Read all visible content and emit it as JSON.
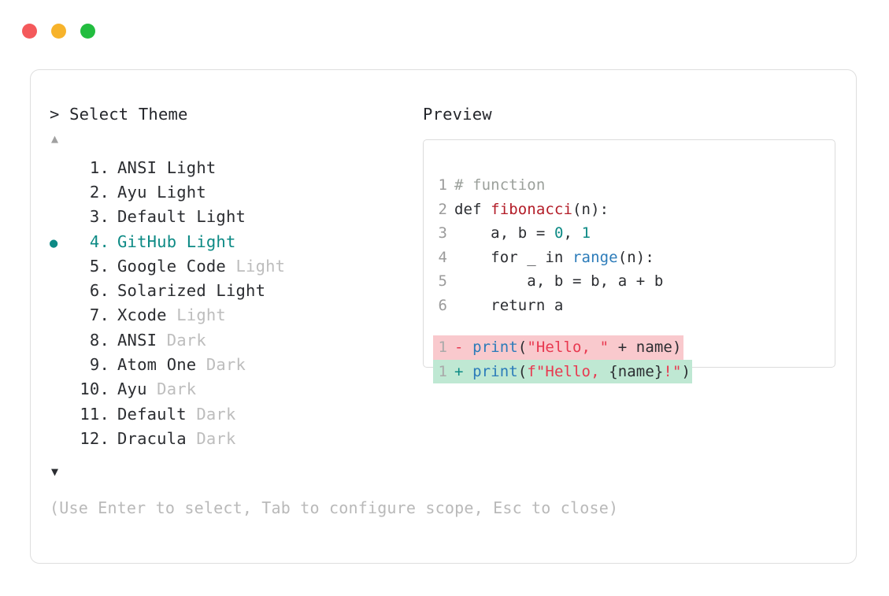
{
  "window": {
    "traffic_lights": [
      {
        "name": "close",
        "color": "#f4595b"
      },
      {
        "name": "minimize",
        "color": "#f7b32b"
      },
      {
        "name": "maximize",
        "color": "#22bd3f"
      }
    ]
  },
  "prompt": {
    "caret": ">",
    "title": "Select Theme"
  },
  "scroll": {
    "up_arrow": "▲",
    "down_arrow": "▼"
  },
  "selection": {
    "bullet": "●",
    "selected_index": 4,
    "accent_color": "#0d8a85"
  },
  "themes": [
    {
      "num": " 1.",
      "name": "ANSI",
      "variant": "Light",
      "variant_dim": false,
      "selected": false
    },
    {
      "num": " 2.",
      "name": "Ayu",
      "variant": "Light",
      "variant_dim": false,
      "selected": false
    },
    {
      "num": " 3.",
      "name": "Default",
      "variant": "Light",
      "variant_dim": false,
      "selected": false
    },
    {
      "num": " 4.",
      "name": "GitHub",
      "variant": "Light",
      "variant_dim": false,
      "selected": true
    },
    {
      "num": " 5.",
      "name": "Google Code",
      "variant": "Light",
      "variant_dim": true,
      "selected": false
    },
    {
      "num": " 6.",
      "name": "Solarized",
      "variant": "Light",
      "variant_dim": false,
      "selected": false
    },
    {
      "num": " 7.",
      "name": "Xcode",
      "variant": "Light",
      "variant_dim": true,
      "selected": false
    },
    {
      "num": " 8.",
      "name": "ANSI",
      "variant": "Dark",
      "variant_dim": true,
      "selected": false
    },
    {
      "num": " 9.",
      "name": "Atom One",
      "variant": "Dark",
      "variant_dim": true,
      "selected": false
    },
    {
      "num": "10.",
      "name": "Ayu",
      "variant": "Dark",
      "variant_dim": true,
      "selected": false
    },
    {
      "num": "11.",
      "name": "Default",
      "variant": "Dark",
      "variant_dim": true,
      "selected": false
    },
    {
      "num": "12.",
      "name": "Dracula",
      "variant": "Dark",
      "variant_dim": true,
      "selected": false
    }
  ],
  "preview": {
    "heading": "Preview",
    "code_lines": [
      {
        "ln": "1",
        "tokens": [
          {
            "t": "# function",
            "c": "comment"
          }
        ]
      },
      {
        "ln": "2",
        "tokens": [
          {
            "t": "def ",
            "c": "kw"
          },
          {
            "t": "fibonacci",
            "c": "fn"
          },
          {
            "t": "(n):",
            "c": "plain"
          }
        ]
      },
      {
        "ln": "3",
        "tokens": [
          {
            "t": "    a, b = ",
            "c": "plain"
          },
          {
            "t": "0",
            "c": "num"
          },
          {
            "t": ", ",
            "c": "plain"
          },
          {
            "t": "1",
            "c": "num"
          }
        ]
      },
      {
        "ln": "4",
        "tokens": [
          {
            "t": "    for _ in ",
            "c": "plain"
          },
          {
            "t": "range",
            "c": "builtin"
          },
          {
            "t": "(n):",
            "c": "plain"
          }
        ]
      },
      {
        "ln": "5",
        "tokens": [
          {
            "t": "        a, b = b, a + b",
            "c": "plain"
          }
        ]
      },
      {
        "ln": "6",
        "tokens": [
          {
            "t": "    return a",
            "c": "plain"
          }
        ]
      }
    ],
    "diff_lines": [
      {
        "kind": "del",
        "ln": "1",
        "sign": "-",
        "tokens": [
          {
            "t": "print",
            "c": "builtin"
          },
          {
            "t": "(",
            "c": "plain"
          },
          {
            "t": "\"Hello, \"",
            "c": "str"
          },
          {
            "t": " + name)",
            "c": "plain"
          }
        ]
      },
      {
        "kind": "add",
        "ln": "1",
        "sign": "+",
        "tokens": [
          {
            "t": "print",
            "c": "builtin"
          },
          {
            "t": "(",
            "c": "plain"
          },
          {
            "t": "f\"Hello, ",
            "c": "str"
          },
          {
            "t": "{name}",
            "c": "plain"
          },
          {
            "t": "!\"",
            "c": "str"
          },
          {
            "t": ")",
            "c": "plain"
          }
        ]
      }
    ]
  },
  "footer": {
    "hint": "(Use Enter to select, Tab to configure scope, Esc to close)"
  }
}
